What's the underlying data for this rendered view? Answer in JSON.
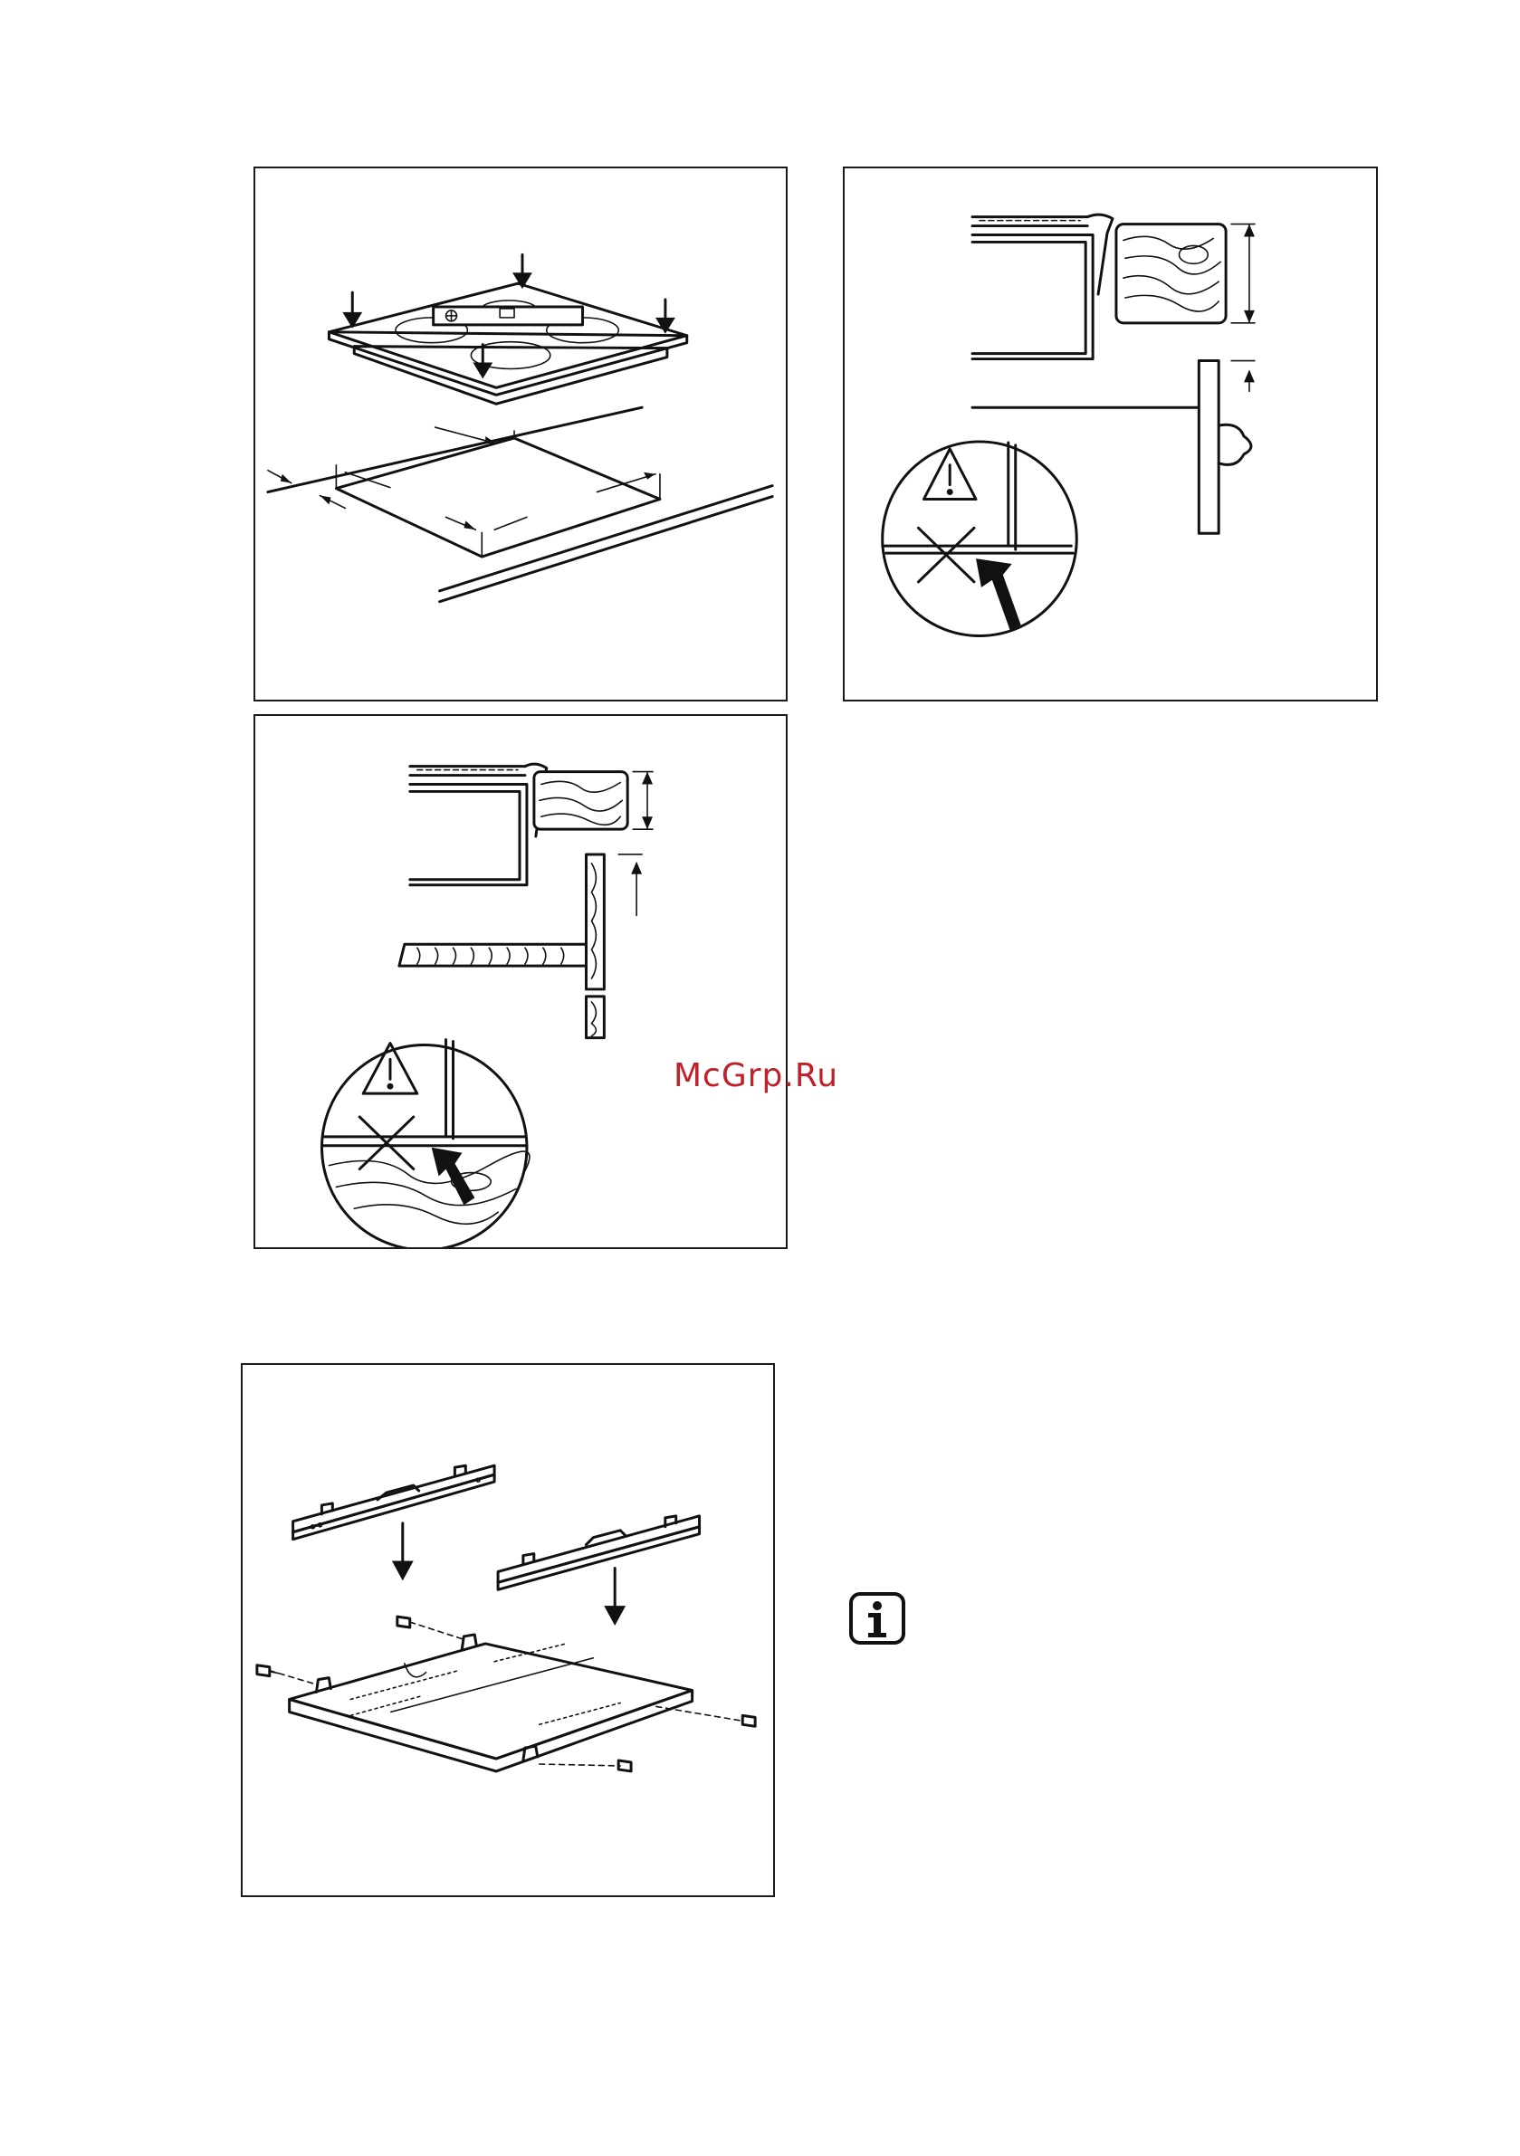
{
  "watermark": {
    "text": "McGrp.Ru",
    "color": "#c0202a"
  },
  "figures": [
    {
      "id": "hob-levelling",
      "icon": "hob-installation-illustration"
    },
    {
      "id": "worktop-edge-drawer",
      "icon": "worktop-cross-section-illustration"
    },
    {
      "id": "worktop-edge-shelf",
      "icon": "worktop-shelf-cross-section-illustration"
    },
    {
      "id": "protection-box-assembly",
      "icon": "protection-box-illustration"
    }
  ],
  "warning_icon": "warning-triangle-icon",
  "info_icon": "info-icon"
}
